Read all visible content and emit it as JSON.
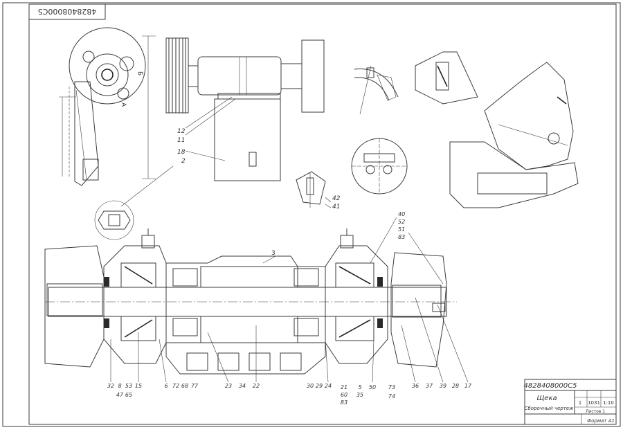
{
  "sheet": {
    "corner_code": "4828408000С5"
  },
  "title_block": {
    "designation": "4828408000С5",
    "name": "Щека",
    "subtitle": "Сборочный чертеж",
    "sheet_no": "1",
    "mass": "1031",
    "scale": "1:10",
    "sheets_label": "Листов 1",
    "format": "Формат А1"
  },
  "balloons_top": [
    "12",
    "11",
    "18",
    "2",
    "42",
    "41"
  ],
  "balloons_right_top": [
    "40",
    "52",
    "51",
    "83"
  ],
  "balloons_bottom": [
    "32",
    "8",
    "53",
    "15",
    "47",
    "65",
    "6",
    "72",
    "68",
    "77",
    "23",
    "34",
    "22",
    "30",
    "29",
    "24",
    "21",
    "60",
    "83",
    "5",
    "35",
    "50",
    "73",
    "74",
    "36",
    "37",
    "39",
    "28",
    "17"
  ],
  "section_labels": {
    "label_3": "3",
    "label_b": "Б",
    "label_a": "А"
  },
  "colors": {
    "line": "#3a3a3a",
    "paper": "#ffffff"
  }
}
